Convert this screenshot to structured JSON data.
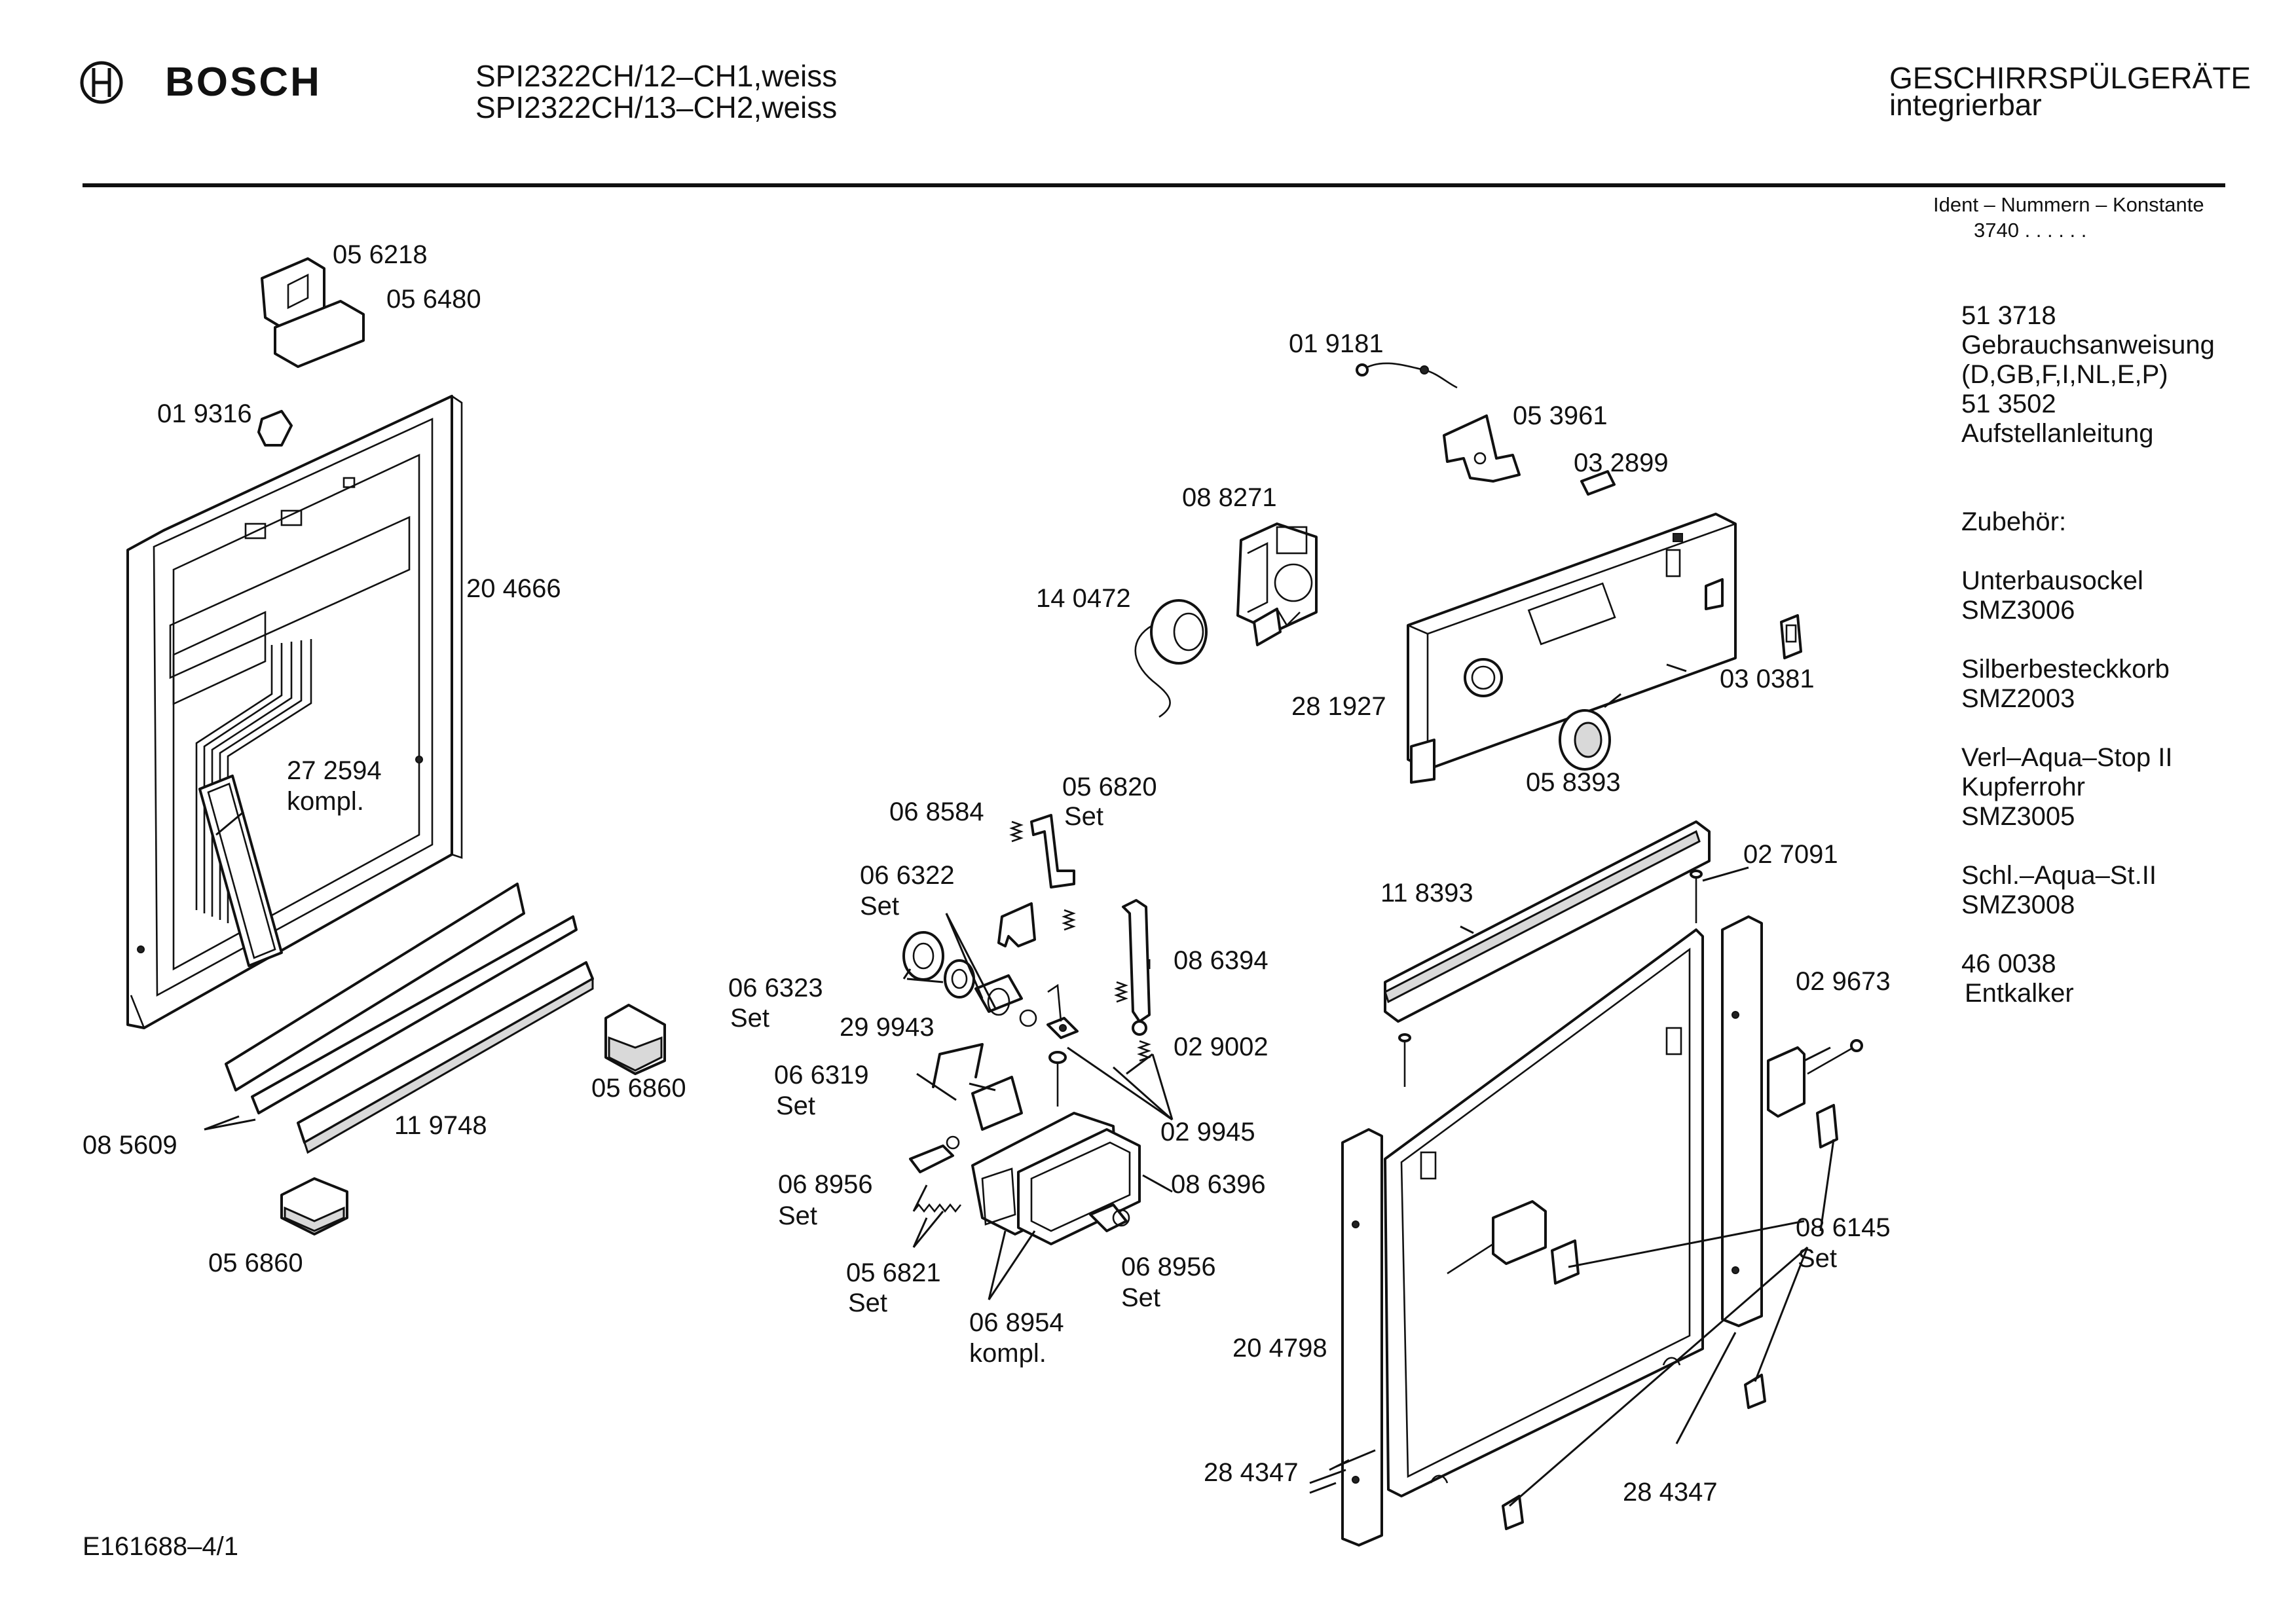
{
  "header": {
    "brand": "BOSCH",
    "model_line_1": "SPI2322CH/12–CH1,weiss",
    "model_line_2": "SPI2322CH/13–CH2,weiss",
    "category_line_1": "GESCHIRRSPÜLGERÄTE",
    "category_line_2": "integrierbar",
    "ident_caption": "Ident – Nummern – Konstante",
    "ident_value": "3740 . .  . . . ."
  },
  "side_panel": [
    "51 3718",
    "Gebrauchsanweisung",
    "(D,GB,F,I,NL,E,P)",
    "51 3502",
    "Aufstellanleitung",
    "Zubehör:",
    "Unterbausockel",
    "SMZ3006",
    "Silberbesteckkorb",
    "SMZ2003",
    "Verl–Aqua–Stop II",
    "Kupferrohr",
    "SMZ3005",
    "Schl.–Aqua–St.II",
    "SMZ3008",
    "46 0038",
    "Entkalker"
  ],
  "callouts": [
    "05 6218",
    "05 6480",
    "01 9316",
    "20 4666",
    "27 2594",
    "kompl.",
    "08 5609",
    "11 9748",
    "05 6860",
    "05 6860",
    "01 9181",
    "05 3961",
    "03 2899",
    "08 8271",
    "14 0472",
    "28 1927",
    "03 0381",
    "05 8393",
    "06 8584",
    "05 6820",
    "Set",
    "06 6322",
    "Set",
    "06 6323",
    "Set",
    "08 6394",
    "29 9943",
    "02 9002",
    "06 6319",
    "Set",
    "02 9945",
    "06 8956",
    "Set",
    "08 6396",
    "05 6821",
    "Set",
    "06 8956",
    "Set",
    "06 8954",
    "kompl.",
    "11 8393",
    "02 7091",
    "02 9673",
    "08 6145",
    "Set",
    "20 4798",
    "28 4347",
    "28 4347"
  ],
  "footer": {
    "drawing_id": "E161688–4/1"
  }
}
